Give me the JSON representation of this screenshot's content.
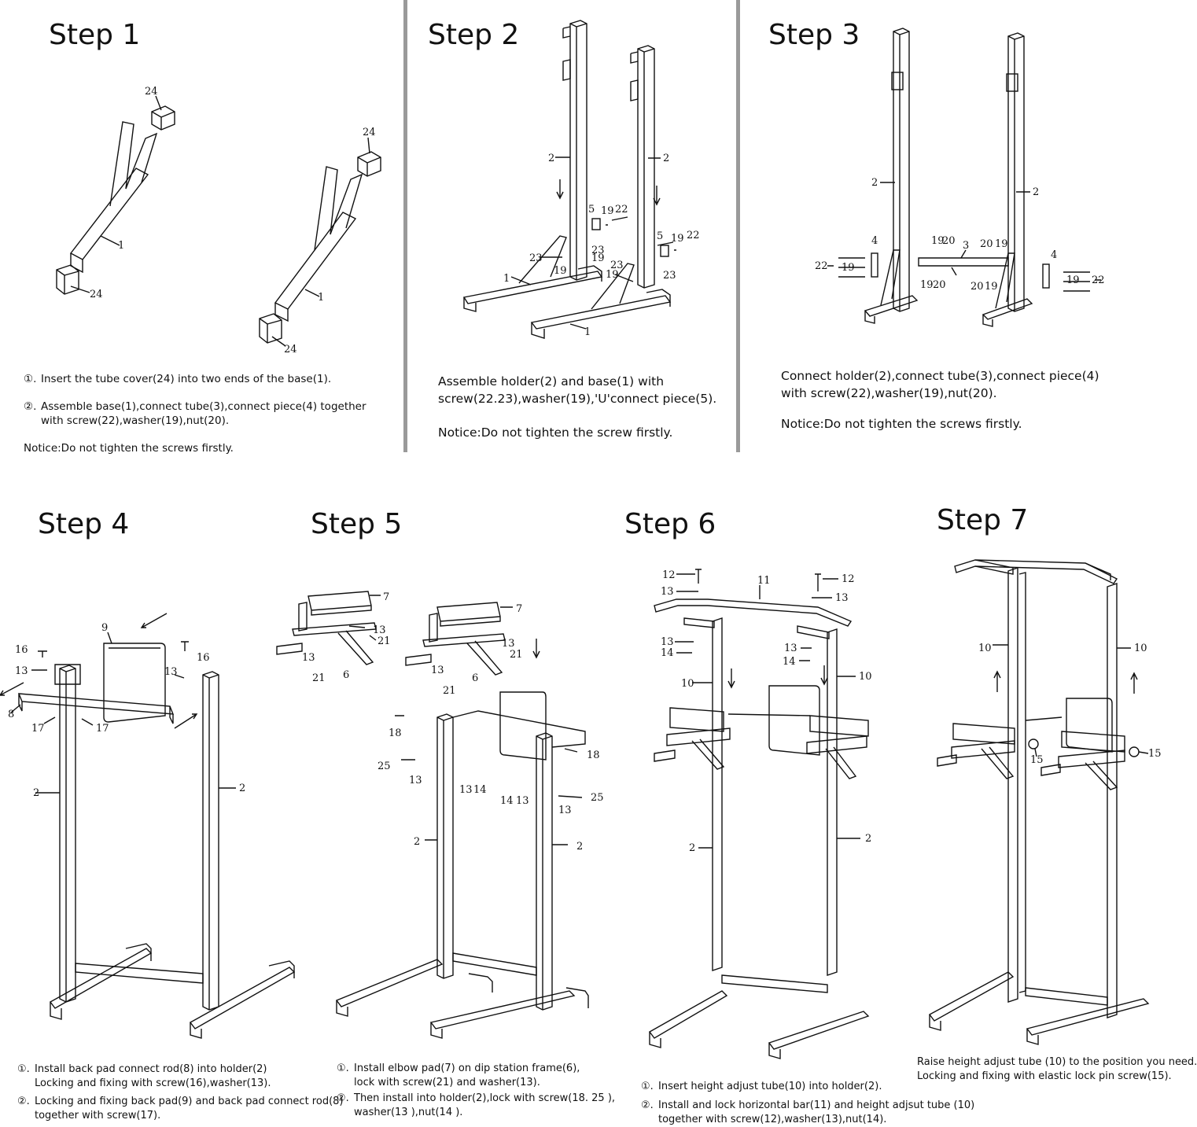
{
  "steps": [
    {
      "title": "Step 1",
      "notes": [
        {
          "marker": "①.",
          "text": "Insert the tube cover(24) into two ends of the base(1)."
        },
        {
          "marker": "②.",
          "text": "Assemble base(1),connect tube(3),connect piece(4) together",
          "text2": "with screw(22),washer(19),nut(20)."
        }
      ],
      "notice": "Notice:Do not tighten the screws firstly."
    },
    {
      "title": "Step 2",
      "desc": "Assemble holder(2) and base(1) with",
      "desc2": "screw(22.23),washer(19),'U'connect piece(5).",
      "notice": "Notice:Do not tighten the screw firstly."
    },
    {
      "title": "Step 3",
      "desc": "Connect holder(2),connect tube(3),connect piece(4)",
      "desc2": "with screw(22),washer(19),nut(20).",
      "notice": "Notice:Do not tighten the screws firstly."
    },
    {
      "title": "Step 4",
      "notes": [
        {
          "marker": "①.",
          "text": "Install back pad connect rod(8) into holder(2)",
          "text2": "Locking and fixing with screw(16),washer(13)."
        },
        {
          "marker": "②.",
          "text": "Locking and fixing back pad(9) and back pad connect rod(8)",
          "text2": "together with screw(17)."
        }
      ]
    },
    {
      "title": "Step 5",
      "notes": [
        {
          "marker": "①.",
          "text": "Install elbow pad(7) on dip station frame(6),",
          "text2": "lock with screw(21) and washer(13)."
        },
        {
          "marker": "②.",
          "text": "Then install into holder(2),lock with screw(18. 25 ),",
          "text2": "washer(13 ),nut(14 )."
        }
      ]
    },
    {
      "title": "Step 6",
      "notes": [
        {
          "marker": "①.",
          "text": "Insert height adjust tube(10) into holder(2)."
        },
        {
          "marker": "②.",
          "text": "Install and lock horizontal bar(11) and height adjsut tube (10)",
          "text2": "together with screw(12),washer(13),nut(14)."
        }
      ]
    },
    {
      "title": "Step 7",
      "desc": "Raise height adjust tube (10) to the position you need.",
      "desc2": "Locking and fixing with elastic lock pin screw(15)."
    }
  ],
  "part_labels": {
    "s1": [
      "24",
      "1",
      "24",
      "24",
      "1",
      "24"
    ],
    "s2": [
      "2",
      "2",
      "5",
      "19",
      "22",
      "23",
      "19",
      "23",
      "19",
      "1",
      "5",
      "19",
      "22",
      "23",
      "19",
      "23",
      "1"
    ],
    "s3": [
      "2",
      "2",
      "4",
      "22",
      "19",
      "19",
      "20",
      "3",
      "20",
      "19",
      "19",
      "20",
      "20",
      "19",
      "4",
      "19",
      "22"
    ],
    "s4": [
      "9",
      "16",
      "13",
      "16",
      "13",
      "8",
      "17",
      "17",
      "2",
      "2"
    ],
    "s5": [
      "7",
      "13",
      "21",
      "13",
      "21",
      "6",
      "7",
      "13",
      "21",
      "13",
      "21",
      "6",
      "18",
      "25",
      "13",
      "13",
      "14",
      "14",
      "13",
      "13",
      "25",
      "18",
      "2",
      "2"
    ],
    "s6": [
      "12",
      "11",
      "12",
      "13",
      "13",
      "13",
      "14",
      "13",
      "14",
      "10",
      "10",
      "2",
      "2"
    ],
    "s7": [
      "10",
      "10",
      "15",
      "15"
    ]
  }
}
